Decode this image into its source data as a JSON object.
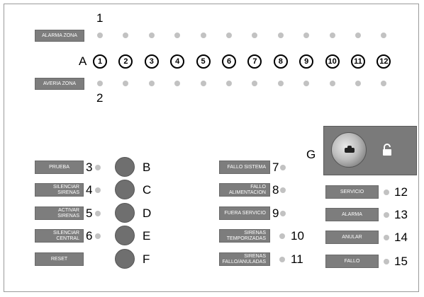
{
  "zone_row": {
    "alarm_label": "ALARMA ZONA",
    "fault_label": "AVERIA ZONA",
    "alarm_callout": "1",
    "fault_callout": "2",
    "row_letter": "A",
    "zones": [
      "1",
      "2",
      "3",
      "4",
      "5",
      "6",
      "7",
      "8",
      "9",
      "10",
      "11",
      "12"
    ]
  },
  "left_controls": [
    {
      "label": "PRUEBA",
      "callout": "3",
      "button_letter": "B"
    },
    {
      "label": "SILENCIAR SIRENAS",
      "callout": "4",
      "button_letter": "C"
    },
    {
      "label": "ACTIVAR SIRENAS",
      "callout": "5",
      "button_letter": "D"
    },
    {
      "label": "SILENCIAR CENTRAL",
      "callout": "6",
      "button_letter": "E"
    },
    {
      "label": "RESET",
      "callout": "",
      "button_letter": "F"
    }
  ],
  "middle_indicators": [
    {
      "label": "FALLO SISTEMA",
      "callout": "7"
    },
    {
      "label": "FALLO ALIMENTACION",
      "callout": "8"
    },
    {
      "label": "FUERA SERVICIO",
      "callout": "9"
    },
    {
      "label": "SIRENAS TEMPORIZADAS",
      "callout": "10"
    },
    {
      "label": "SIRENAS FALLO/ANULADAS",
      "callout": "11"
    }
  ],
  "right_indicators": [
    {
      "label": "SERVICIO",
      "callout": "12"
    },
    {
      "label": "ALARMA",
      "callout": "13"
    },
    {
      "label": "ANULAR",
      "callout": "14"
    },
    {
      "label": "FALLO",
      "callout": "15"
    }
  ],
  "key_switch": {
    "letter": "G",
    "icon": "unlock-icon",
    "key_icon": "key-icon"
  },
  "colors": {
    "label_bg": "#7d7d7d",
    "led_off": "#c2c2c2",
    "button": "#6f6f6f"
  }
}
